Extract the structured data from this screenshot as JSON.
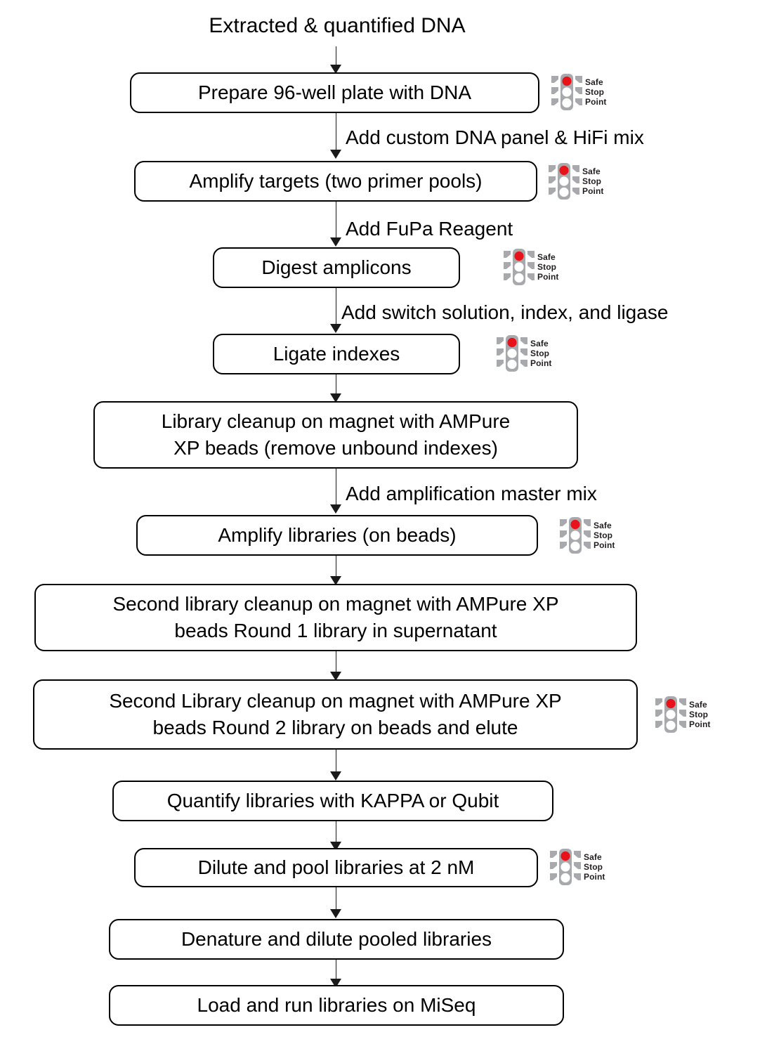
{
  "diagram": {
    "title": "Extracted & quantified DNA",
    "safe_stop_badge": {
      "line1": "Safe",
      "line2": "Stop",
      "line3": "Point",
      "icon": "traffic-light-icon",
      "housing_color": "#a7a9ac",
      "lamp_on_color": "#e8131a",
      "lamp_off_color": "#ffffff",
      "text_color": "#231f20"
    },
    "colors": {
      "node_border": "#000000",
      "node_fill": "#ffffff",
      "connector": "#1a1a1a",
      "text": "#000000"
    },
    "nodes": [
      {
        "id": "n1",
        "label": "Prepare 96-well plate with DNA",
        "safe_stop": true
      },
      {
        "id": "n2",
        "label": "Amplify targets (two primer pools)",
        "safe_stop": true
      },
      {
        "id": "n3",
        "label": "Digest amplicons",
        "safe_stop": true
      },
      {
        "id": "n4",
        "label": "Ligate indexes",
        "safe_stop": true
      },
      {
        "id": "n5",
        "label": "Library cleanup on magnet with AMPure XP beads (remove unbound indexes)",
        "safe_stop": false
      },
      {
        "id": "n6",
        "label": "Amplify libraries (on beads)",
        "safe_stop": true
      },
      {
        "id": "n7",
        "label": "Second library cleanup on magnet with AMPure XP beads Round 1 library in supernatant",
        "safe_stop": false
      },
      {
        "id": "n8",
        "label": "Second Library cleanup on magnet with AMPure XP beads Round 2 library on beads and elute",
        "safe_stop": true
      },
      {
        "id": "n9",
        "label": "Quantify libraries with KAPPA or Qubit",
        "safe_stop": false
      },
      {
        "id": "n10",
        "label": "Dilute and pool libraries at 2 nM",
        "safe_stop": true
      },
      {
        "id": "n11",
        "label": "Denature and dilute pooled libraries",
        "safe_stop": false
      },
      {
        "id": "n12",
        "label": "Load and run libraries on MiSeq",
        "safe_stop": false
      }
    ],
    "node_lines": {
      "n5": [
        "Library cleanup on magnet with AMPure",
        "XP beads (remove unbound indexes)"
      ],
      "n7": [
        "Second library cleanup on magnet with AMPure XP",
        "beads Round 1 library in supernatant"
      ],
      "n8": [
        "Second Library cleanup on magnet with AMPure XP",
        "beads Round 2 library on beads and elute"
      ]
    },
    "edges": [
      {
        "from": "title",
        "to": "n1",
        "label": ""
      },
      {
        "from": "n1",
        "to": "n2",
        "label": "Add custom DNA panel & HiFi mix"
      },
      {
        "from": "n2",
        "to": "n3",
        "label": "Add FuPa Reagent"
      },
      {
        "from": "n3",
        "to": "n4",
        "label": "Add switch solution, index, and ligase"
      },
      {
        "from": "n4",
        "to": "n5",
        "label": ""
      },
      {
        "from": "n5",
        "to": "n6",
        "label": "Add amplification master mix"
      },
      {
        "from": "n6",
        "to": "n7",
        "label": ""
      },
      {
        "from": "n7",
        "to": "n8",
        "label": ""
      },
      {
        "from": "n8",
        "to": "n9",
        "label": ""
      },
      {
        "from": "n9",
        "to": "n10",
        "label": ""
      },
      {
        "from": "n10",
        "to": "n11",
        "label": ""
      },
      {
        "from": "n11",
        "to": "n12",
        "label": ""
      }
    ]
  }
}
